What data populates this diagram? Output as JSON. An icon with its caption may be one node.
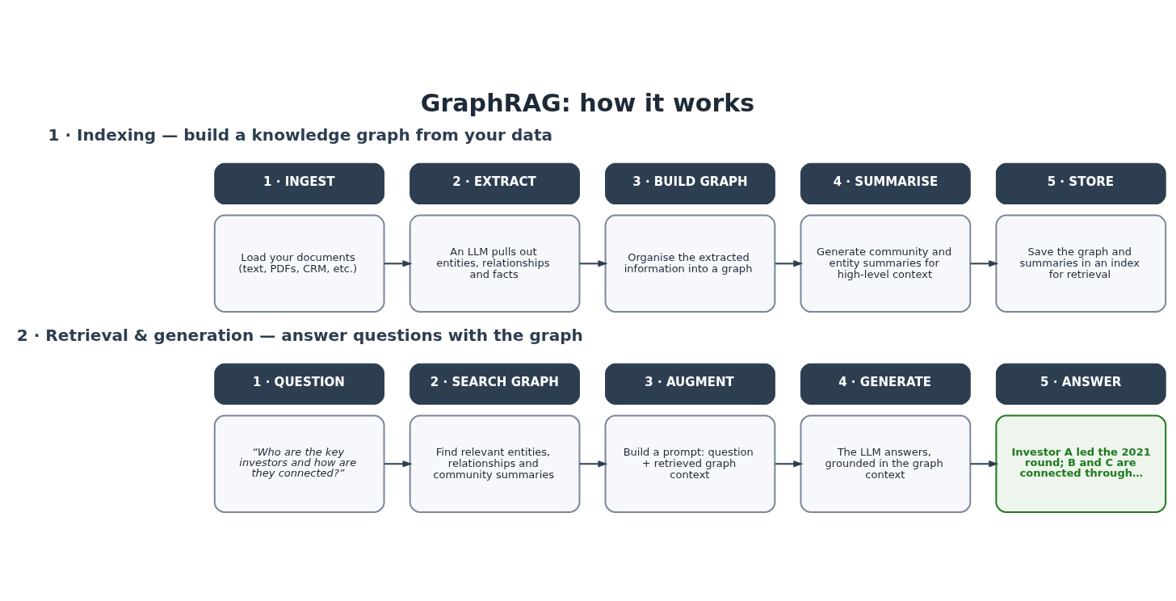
{
  "diagram": {
    "title": "GraphRAG: how it works",
    "nodes": [
      {
        "text": [
          "1 · INGEST"
        ]
      },
      {
        "text": [
          "2 · EXTRACT"
        ]
      },
      {
        "text": [
          "3 · BUILD GRAPH"
        ]
      },
      {
        "text": [
          "4 · SUMMARISE"
        ]
      },
      {
        "text": [
          "5 · STORE"
        ]
      },
      {
        "text": [
          "Load your documents (text, PDFs, CRM, etc.)"
        ]
      },
      {
        "text": [
          "An LLM pulls out entities, relationships and facts"
        ]
      },
      {
        "text": [
          "Organise the extracted information into a graph"
        ]
      },
      {
        "text": [
          "Generate community and entity summaries for high-level context"
        ]
      },
      {
        "text": [
          "Save the graph and summaries in an index for retrieval"
        ]
      },
      {
        "text": [
          "1 · QUESTION"
        ]
      },
      {
        "text": [
          "2 · SEARCH GRAPH"
        ]
      },
      {
        "text": [
          "3 · AUGMENT"
        ]
      },
      {
        "text": [
          "4 · GENERATE"
        ]
      },
      {
        "text": [
          "5 · ANSWER"
        ]
      },
      {
        "text": [
          "“Who are the key investors and how are they connected?”"
        ]
      },
      {
        "text": [
          "Find relevant entities, relationships and community summaries"
        ]
      },
      {
        "text": [
          "Build a prompt: question + retrieved graph context"
        ]
      },
      {
        "text": [
          "The LLM answers, grounded in the graph context"
        ]
      },
      {
        "text": [
          "Investor A led the 2021 round; B and C are connected through…"
        ]
      }
    ],
    "edges": [
      {
        "from": 5,
        "to": 6,
        "arrow": "to"
      },
      {
        "from": 6,
        "to": 7,
        "arrow": "to"
      },
      {
        "from": 7,
        "to": 8,
        "arrow": "to"
      },
      {
        "from": 8,
        "to": 9,
        "arrow": "to"
      },
      {
        "from": 15,
        "to": 16,
        "arrow": "to"
      },
      {
        "from": 16,
        "to": 17,
        "arrow": "to"
      },
      {
        "from": 17,
        "to": 18,
        "arrow": "to"
      },
      {
        "from": 18,
        "to": 19,
        "arrow": "to"
      }
    ],
    "labels": [
      "1 · Indexing — build a knowledge graph from your data",
      "2 · Retrieval & generation — answer questions with the graph"
    ]
  }
}
